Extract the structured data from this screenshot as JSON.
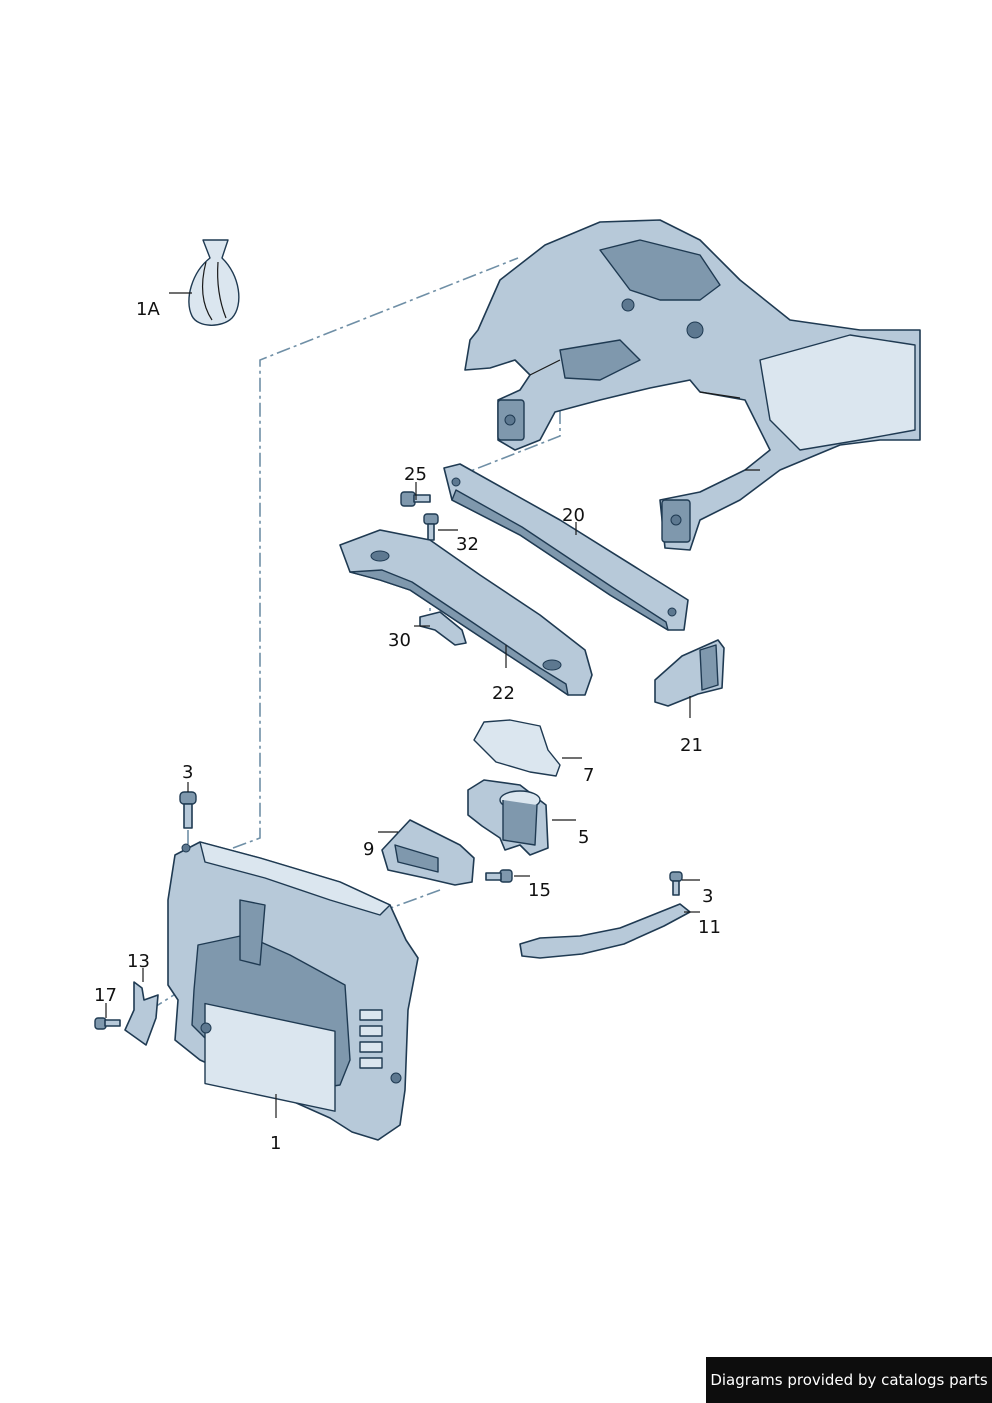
{
  "callouts": {
    "c1A": "1A",
    "c25": "25",
    "c20": "20",
    "c32": "32",
    "c30": "30",
    "c22": "22",
    "c21": "21",
    "c7": "7",
    "c5": "5",
    "c3a": "3",
    "c9": "9",
    "c15": "15",
    "c3b": "3",
    "c11": "11",
    "c13": "13",
    "c17": "17",
    "c1": "1"
  },
  "footer": {
    "text": "Diagrams provided by catalogs parts"
  },
  "colors": {
    "part_fill": "#b7c9d9",
    "part_stroke": "#1f3a52",
    "footer_bg": "#0d0d0d"
  }
}
